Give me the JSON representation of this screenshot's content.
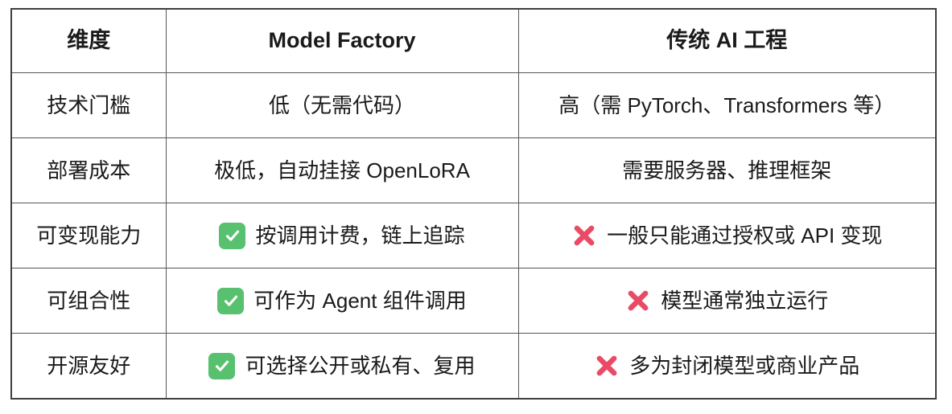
{
  "table": {
    "columns": [
      {
        "label": "维度"
      },
      {
        "label": "Model Factory"
      },
      {
        "label": "传统 AI 工程"
      }
    ],
    "rows": [
      {
        "dimension": "技术门槛",
        "model_factory": {
          "icon": null,
          "text": "低（无需代码）"
        },
        "traditional_ai": {
          "icon": null,
          "text": "高（需 PyTorch、Transformers 等）"
        }
      },
      {
        "dimension": "部署成本",
        "model_factory": {
          "icon": null,
          "text": "极低，自动挂接 OpenLoRA"
        },
        "traditional_ai": {
          "icon": null,
          "text": "需要服务器、推理框架"
        }
      },
      {
        "dimension": "可变现能力",
        "model_factory": {
          "icon": "check-icon",
          "text": "按调用计费，链上追踪"
        },
        "traditional_ai": {
          "icon": "cross-icon",
          "text": "一般只能通过授权或 API 变现"
        }
      },
      {
        "dimension": "可组合性",
        "model_factory": {
          "icon": "check-icon",
          "text": "可作为 Agent 组件调用"
        },
        "traditional_ai": {
          "icon": "cross-icon",
          "text": "模型通常独立运行"
        }
      },
      {
        "dimension": "开源友好",
        "model_factory": {
          "icon": "check-icon",
          "text": "可选择公开或私有、复用"
        },
        "traditional_ai": {
          "icon": "cross-icon",
          "text": "多为封闭模型或商业产品"
        }
      }
    ],
    "colors": {
      "check_green": "#57c16f",
      "cross_red": "#e94b66",
      "border_gray": "#555555",
      "text_black": "#1a1a1a",
      "background": "#ffffff"
    }
  }
}
